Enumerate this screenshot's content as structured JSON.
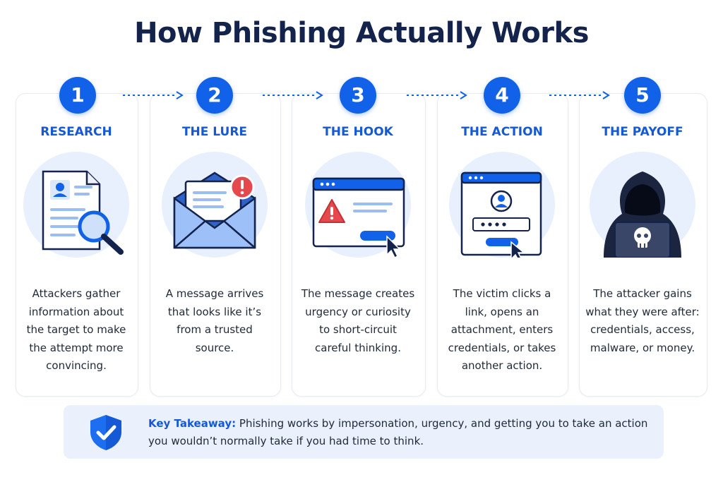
{
  "title": "How Phishing Actually Works",
  "colors": {
    "accent": "#1162e8",
    "heading": "#14234b",
    "alert": "#e5484d",
    "circle_bg": "#e8f0fd",
    "dark": "#1c2540"
  },
  "steps": [
    {
      "number": "1",
      "title": "RESEARCH",
      "icon": "document-magnifier-icon",
      "description": [
        "Attackers gather",
        "information about",
        "the target to make",
        "the attempt more",
        "convincing."
      ]
    },
    {
      "number": "2",
      "title": "THE LURE",
      "icon": "envelope-alert-icon",
      "description": [
        "A message arrives",
        "that looks like it’s",
        "from a trusted",
        "source."
      ]
    },
    {
      "number": "3",
      "title": "THE HOOK",
      "icon": "browser-warning-icon",
      "description": [
        "The message creates",
        "urgency or curiosity",
        "to short-circuit",
        "careful thinking."
      ]
    },
    {
      "number": "4",
      "title": "THE ACTION",
      "icon": "login-form-icon",
      "description": [
        "The victim clicks a",
        "link, opens an",
        "attachment, enters",
        "credentials, or takes",
        "another action."
      ]
    },
    {
      "number": "5",
      "title": "THE PAYOFF",
      "icon": "hooded-hacker-icon",
      "description": [
        "The attacker gains",
        "what they were after:",
        "credentials, access,",
        "malware, or money."
      ]
    }
  ],
  "takeaway": {
    "label": "Key Takeaway:",
    "line1": " Phishing works by impersonation, urgency, and getting you to take an action",
    "line2": "you wouldn’t normally take if you had time to think.",
    "icon": "shield-check-icon"
  }
}
